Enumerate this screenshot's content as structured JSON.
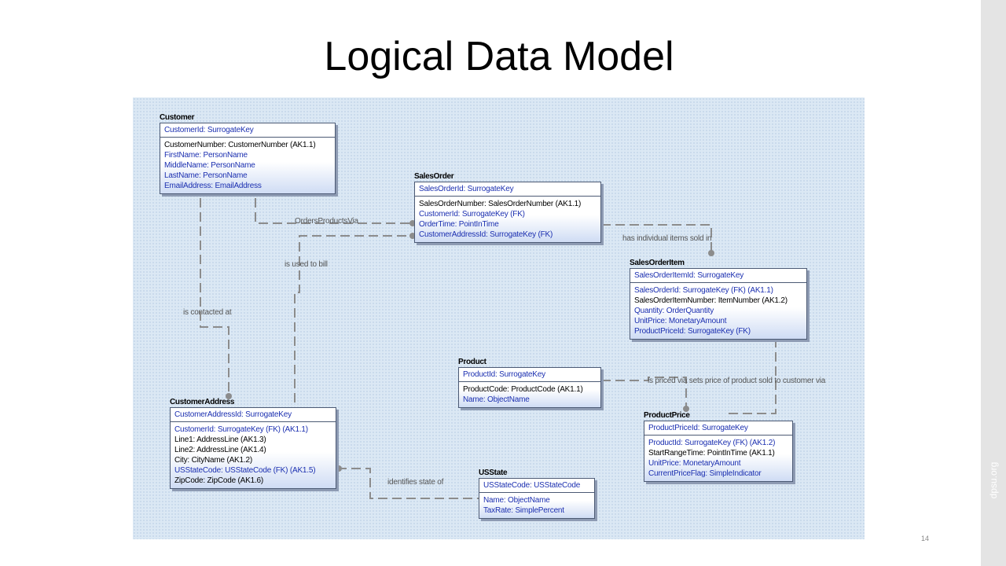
{
  "slide": {
    "title": "Logical Data Model",
    "page_number": "14",
    "side_url": "dpsu.org"
  },
  "entities": {
    "customer": {
      "name": "Customer",
      "key": "CustomerId: SurrogateKey",
      "attrs": [
        {
          "text": "CustomerNumber: CustomerNumber (AK1.1)",
          "color": "black"
        },
        {
          "text": "FirstName: PersonName",
          "color": "blue"
        },
        {
          "text": "MiddleName: PersonName",
          "color": "blue"
        },
        {
          "text": "LastName: PersonName",
          "color": "blue"
        },
        {
          "text": "EmailAddress: EmailAddress",
          "color": "blue"
        }
      ]
    },
    "sales_order": {
      "name": "SalesOrder",
      "key": "SalesOrderId: SurrogateKey",
      "attrs": [
        {
          "text": "SalesOrderNumber: SalesOrderNumber (AK1.1)",
          "color": "black"
        },
        {
          "text": "CustomerId: SurrogateKey (FK)",
          "color": "blue"
        },
        {
          "text": "OrderTime: PointInTime",
          "color": "blue"
        },
        {
          "text": "CustomerAddressId: SurrogateKey (FK)",
          "color": "blue"
        }
      ]
    },
    "sales_order_item": {
      "name": "SalesOrderItem",
      "key": "SalesOrderItemId: SurrogateKey",
      "attrs": [
        {
          "text": "SalesOrderId: SurrogateKey (FK) (AK1.1)",
          "color": "blue"
        },
        {
          "text": "SalesOrderItemNumber: ItemNumber (AK1.2)",
          "color": "black"
        },
        {
          "text": "Quantity: OrderQuantity",
          "color": "blue"
        },
        {
          "text": "UnitPrice: MonetaryAmount",
          "color": "blue"
        },
        {
          "text": "ProductPriceId: SurrogateKey (FK)",
          "color": "blue"
        }
      ]
    },
    "product": {
      "name": "Product",
      "key": "ProductId: SurrogateKey",
      "attrs": [
        {
          "text": "ProductCode: ProductCode (AK1.1)",
          "color": "black"
        },
        {
          "text": "Name: ObjectName",
          "color": "blue"
        }
      ]
    },
    "customer_address": {
      "name": "CustomerAddress",
      "key": "CustomerAddressId: SurrogateKey",
      "attrs": [
        {
          "text": "CustomerId: SurrogateKey (FK) (AK1.1)",
          "color": "blue"
        },
        {
          "text": "Line1: AddressLine (AK1.3)",
          "color": "black"
        },
        {
          "text": "Line2: AddressLine (AK1.4)",
          "color": "black"
        },
        {
          "text": "City: CityName (AK1.2)",
          "color": "black"
        },
        {
          "text": "USStateCode: USStateCode (FK) (AK1.5)",
          "color": "blue"
        },
        {
          "text": "ZipCode: ZipCode (AK1.6)",
          "color": "black"
        }
      ]
    },
    "product_price": {
      "name": "ProductPrice",
      "key": "ProductPriceId: SurrogateKey",
      "attrs": [
        {
          "text": "ProductId: SurrogateKey (FK) (AK1.2)",
          "color": "blue"
        },
        {
          "text": "StartRangeTime: PointInTime (AK1.1)",
          "color": "black"
        },
        {
          "text": "UnitPrice: MonetaryAmount",
          "color": "blue"
        },
        {
          "text": "CurrentPriceFlag: SimpleIndicator",
          "color": "blue"
        }
      ]
    },
    "us_state": {
      "name": "USState",
      "key": "USStateCode: USStateCode",
      "attrs": [
        {
          "text": "Name: ObjectName",
          "color": "blue"
        },
        {
          "text": "TaxRate: SimplePercent",
          "color": "blue"
        }
      ]
    }
  },
  "relationships": {
    "orders_products_via": "OrdersProductsVia",
    "is_used_to_bill": "is used to bill",
    "is_contacted_at": "is contacted at",
    "has_individual_items": "has individual items sold in",
    "is_priced_via": "is priced via sets price of product sold to customer via",
    "identifies_state_of": "identifies state of"
  },
  "colors": {
    "key_blue": "#1b2fb0",
    "line_gray": "#8c8c8c",
    "canvas_bg": "#dbe8f4",
    "entity_border": "#4c5a74"
  }
}
